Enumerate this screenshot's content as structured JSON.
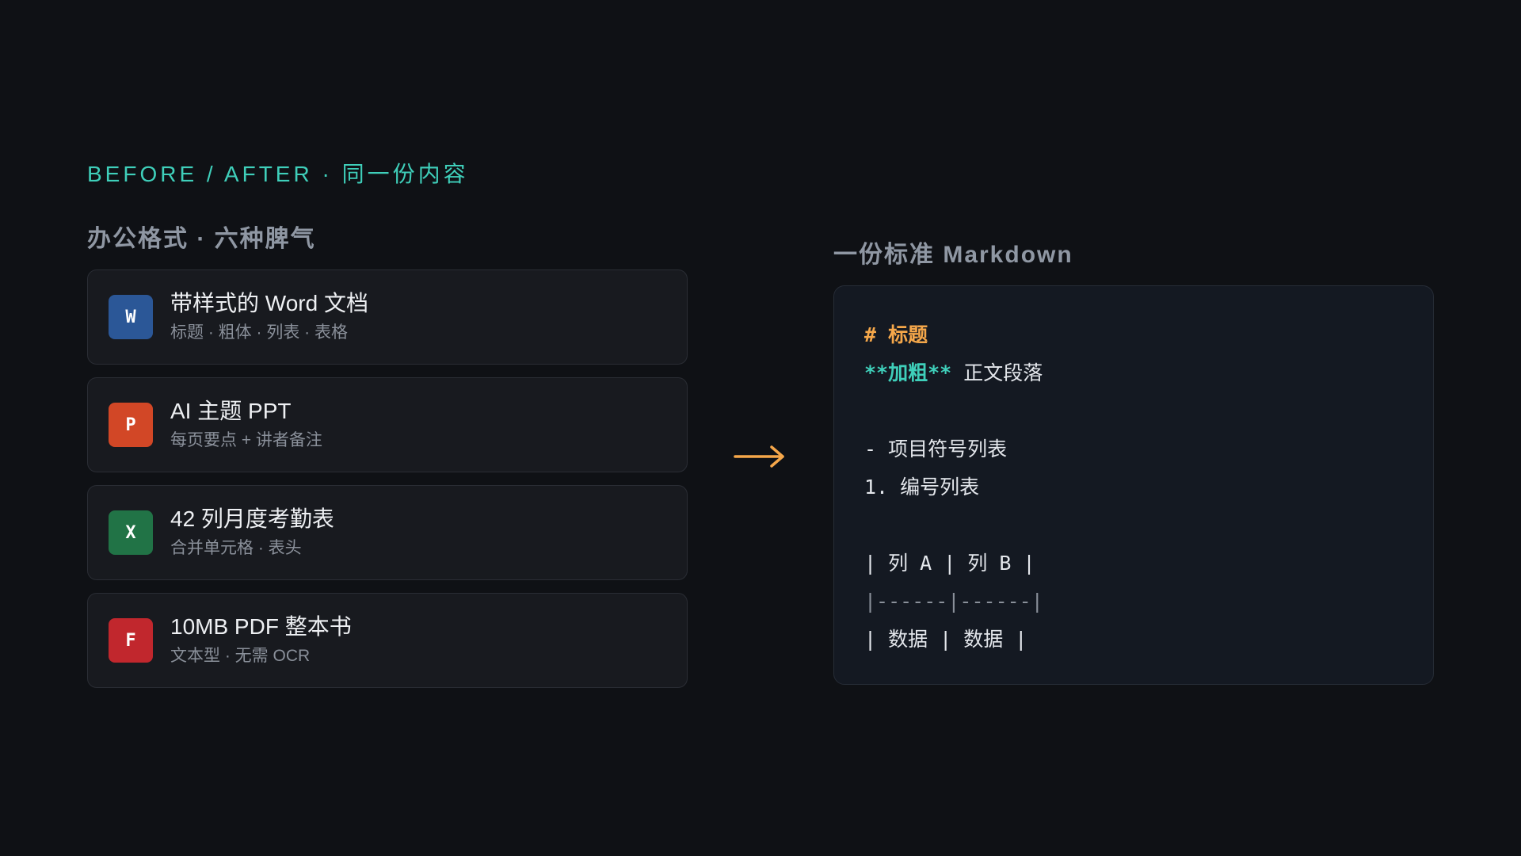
{
  "eyebrow": "BEFORE / AFTER · 同一份内容",
  "left_title": "办公格式 · 六种脾气",
  "cards": [
    {
      "badge": "W",
      "badge_color": "#2b5797",
      "title": "带样式的 Word 文档",
      "subtitle": "标题 · 粗体 · 列表 · 表格"
    },
    {
      "badge": "P",
      "badge_color": "#d24726",
      "title": "AI 主题 PPT",
      "subtitle": "每页要点 + 讲者备注"
    },
    {
      "badge": "X",
      "badge_color": "#217346",
      "title": "42 列月度考勤表",
      "subtitle": "合并单元格 · 表头"
    },
    {
      "badge": "F",
      "badge_color": "#c1272d",
      "title": "10MB PDF 整本书",
      "subtitle": "文本型 · 无需 OCR"
    }
  ],
  "arrow_icon": "arrow-right-icon",
  "arrow_color": "#f5a74a",
  "right_title": "一份标准 Markdown",
  "markdown": {
    "heading_marker": "#",
    "heading_text": "标题",
    "bold_text": "**加粗**",
    "paragraph_text": "正文段落",
    "bullet_item": "- 项目符号列表",
    "numbered_item": "1. 编号列表",
    "table_header": "| 列 A | 列 B |",
    "table_separator": "|------|------|",
    "table_row": "| 数据 | 数据 |"
  },
  "colors": {
    "background": "#0f1115",
    "accent_teal": "#3fcfba",
    "accent_orange": "#f5a74a"
  }
}
